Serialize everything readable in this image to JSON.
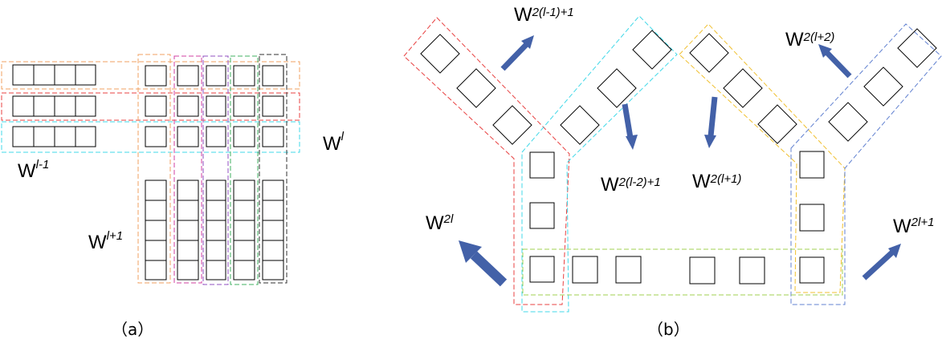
{
  "panel_a": {
    "caption": "（a）",
    "labels": {
      "w_prev": {
        "base": "W",
        "sup": "l-1"
      },
      "w_cur": {
        "base": "W",
        "sup": "l"
      },
      "w_next": {
        "base": "W",
        "sup": "l+1"
      }
    }
  },
  "panel_b": {
    "caption": "（b）",
    "labels": {
      "w1": {
        "base": "W",
        "sup": "2(l-1)+1"
      },
      "w2": {
        "base": "W",
        "sup": "2(l+2)"
      },
      "w3": {
        "base": "W",
        "sup": "2(l-2)+1"
      },
      "w4": {
        "base": "W",
        "sup": "2(l+1)"
      },
      "w5": {
        "base": "W",
        "sup": "2l"
      },
      "w6": {
        "base": "W",
        "sup": "2l+1"
      }
    }
  },
  "colors": {
    "orange": "#f0a060",
    "red": "#e84040",
    "cyan": "#40d8e8",
    "magenta": "#d040a0",
    "purple": "#9050c0",
    "green": "#40b060",
    "black": "#303030",
    "yellow": "#f0c030",
    "lightgreen": "#a0d050",
    "blue": "#6080d0",
    "arrow": "#4361a8"
  }
}
